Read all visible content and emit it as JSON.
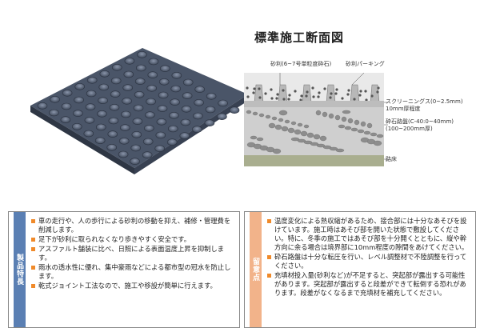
{
  "diagram": {
    "title": "標準施工断面図",
    "labels": {
      "gravel_fill": "砂利(6~7号単粒度砕石)",
      "gravel_parking": "砂利パーキング",
      "screenings": "スクリーニングス(0~2.5mm)",
      "screenings_thickness": "10mm厚程度",
      "crushed_base": "砕石路盤(C-40:0~40mm)",
      "crushed_base_thickness": "(100~200mm厚)",
      "subgrade": "路床"
    }
  },
  "features": {
    "tab_label": "製品特長",
    "items": [
      "車の走行や、人の歩行による砂利の移動を抑え、補修・管理費を削減します。",
      "足下が砂利に取られなくなり歩きやすく安全です。",
      "アスファルト舗装に比べ、日照による表面温度上昇を抑制します。",
      "雨水の透水性に優れ、集中豪雨などによる都市型の冠水を防止します。",
      "乾式ジョイント工法なので、施工や移設が簡単に行えます。"
    ]
  },
  "notes": {
    "tab_label": "留意点",
    "items": [
      "温度変化による熱収縮があるため、接合部には十分なあそびを設けています。施工時はあそび部を開いた状態で敷設してください。特に、冬季の施工ではあそび部を十分開くとともに、縦や幹方向に余る場合は境界部に10mm程度の隙間をあけてください。",
      "砕石路盤は十分な転圧を行い、レベル調整材で不陸調整を行ってください。",
      "充填材投入量(砂利など)が不足すると、突起部が露出する可能性があります。突起部が露出すると段差ができて転倒する恐れがあります。段差がなくなるまで充填材を補充してください。"
    ]
  },
  "colors": {
    "features_tab": "#5a7fb3",
    "notes_tab": "#f2b38a",
    "bullet": "#f08a2a",
    "grid_product": "#55627a"
  }
}
